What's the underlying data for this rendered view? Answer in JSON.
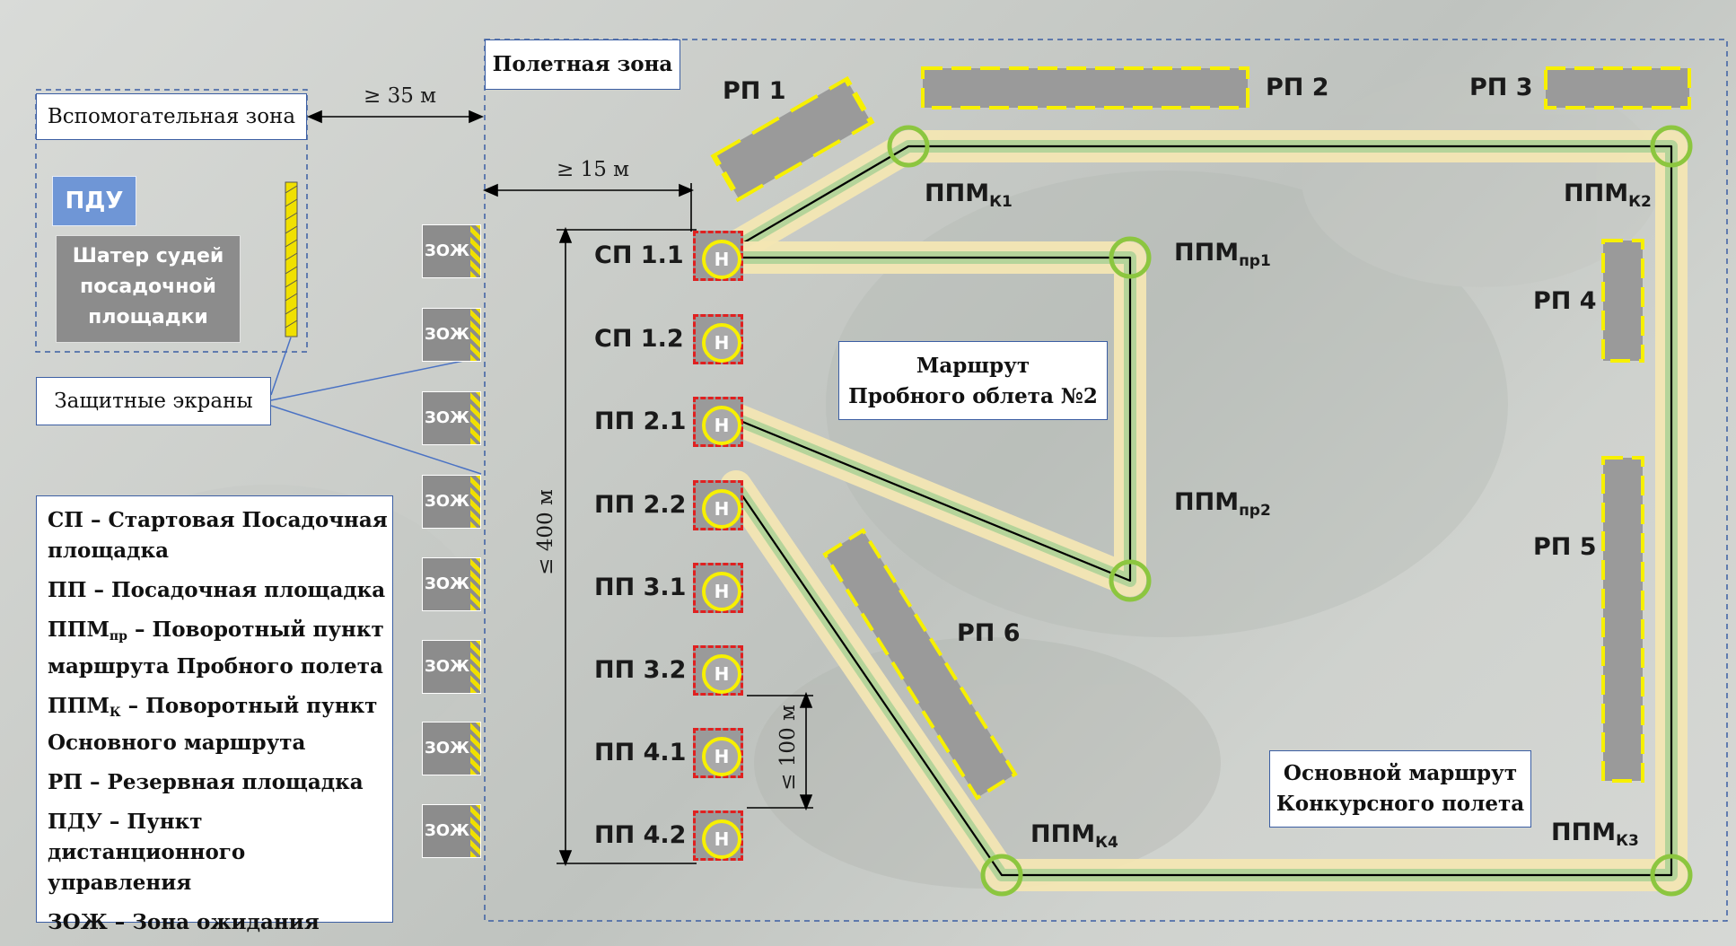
{
  "zones": {
    "flight_zone": "Полетная зона",
    "aux_zone": "Вспомогательная зона",
    "pdu": "ПДУ",
    "judges_tent": "Шатер судей посадочной площадки",
    "protective_screens": "Защитные экраны"
  },
  "dimensions": {
    "aux_gap": "≥ 35 м",
    "zoj_gap": "≥ 15 м",
    "pad_span": "≤ 400 м",
    "pad_spacing": "≤ 100 м"
  },
  "waiting_zone_label": "ЗОЖ",
  "waiting_zone_count": 8,
  "pads": [
    {
      "label": "СП 1.1",
      "marker": "H"
    },
    {
      "label": "СП 1.2",
      "marker": "H"
    },
    {
      "label": "ПП 2.1",
      "marker": "H"
    },
    {
      "label": "ПП 2.2",
      "marker": "H"
    },
    {
      "label": "ПП 3.1",
      "marker": "H"
    },
    {
      "label": "ПП 3.2",
      "marker": "H"
    },
    {
      "label": "ПП 4.1",
      "marker": "H"
    },
    {
      "label": "ПП 4.2",
      "marker": "H"
    }
  ],
  "reserve_pads": [
    "РП 1",
    "РП 2",
    "РП 3",
    "РП 4",
    "РП 5",
    "РП 6"
  ],
  "turn_points": [
    {
      "base": "ППМ",
      "sub": "К1"
    },
    {
      "base": "ППМ",
      "sub": "К2"
    },
    {
      "base": "ППМ",
      "sub": "пр1"
    },
    {
      "base": "ППМ",
      "sub": "пр2"
    },
    {
      "base": "ППМ",
      "sub": "К4"
    },
    {
      "base": "ППМ",
      "sub": "К3"
    }
  ],
  "routes": {
    "trial": {
      "line1": "Маршрут",
      "line2": "Пробного облета №2"
    },
    "main": {
      "line1": "Основной маршрут",
      "line2": "Конкурсного полета"
    }
  },
  "legend": {
    "sp": "СП – Стартовая Посадочная площадка",
    "pp": "ПП – Посадочная площадка",
    "ppm_pr_base": "ППМ",
    "ppm_pr_sub": "пр",
    "ppm_pr_text": " – Поворотный пункт маршрута Пробного полета",
    "ppm_k_base": "ППМ",
    "ppm_k_sub": "К",
    "ppm_k_text": " – Поворотный пункт Основного маршрута",
    "rp": "РП – Резервная площадка",
    "pdu": "ПДУ – Пункт дистанционного управления",
    "zoj": "ЗОЖ – Зона ожидания"
  },
  "colors": {
    "route_outer": "#f3e6b3",
    "route_inner": "#b5d49a",
    "route_line": "#000000",
    "turn_ring": "#8cc63f",
    "pad_border": "#e02020",
    "pad_ring": "#f7f000",
    "reserve_fill": "#9a9a9a",
    "reserve_border": "#f7f000",
    "zone_border": "#3b5ea3",
    "pdu_fill": "#6f96d6",
    "tent_fill": "#8c8c8c"
  }
}
